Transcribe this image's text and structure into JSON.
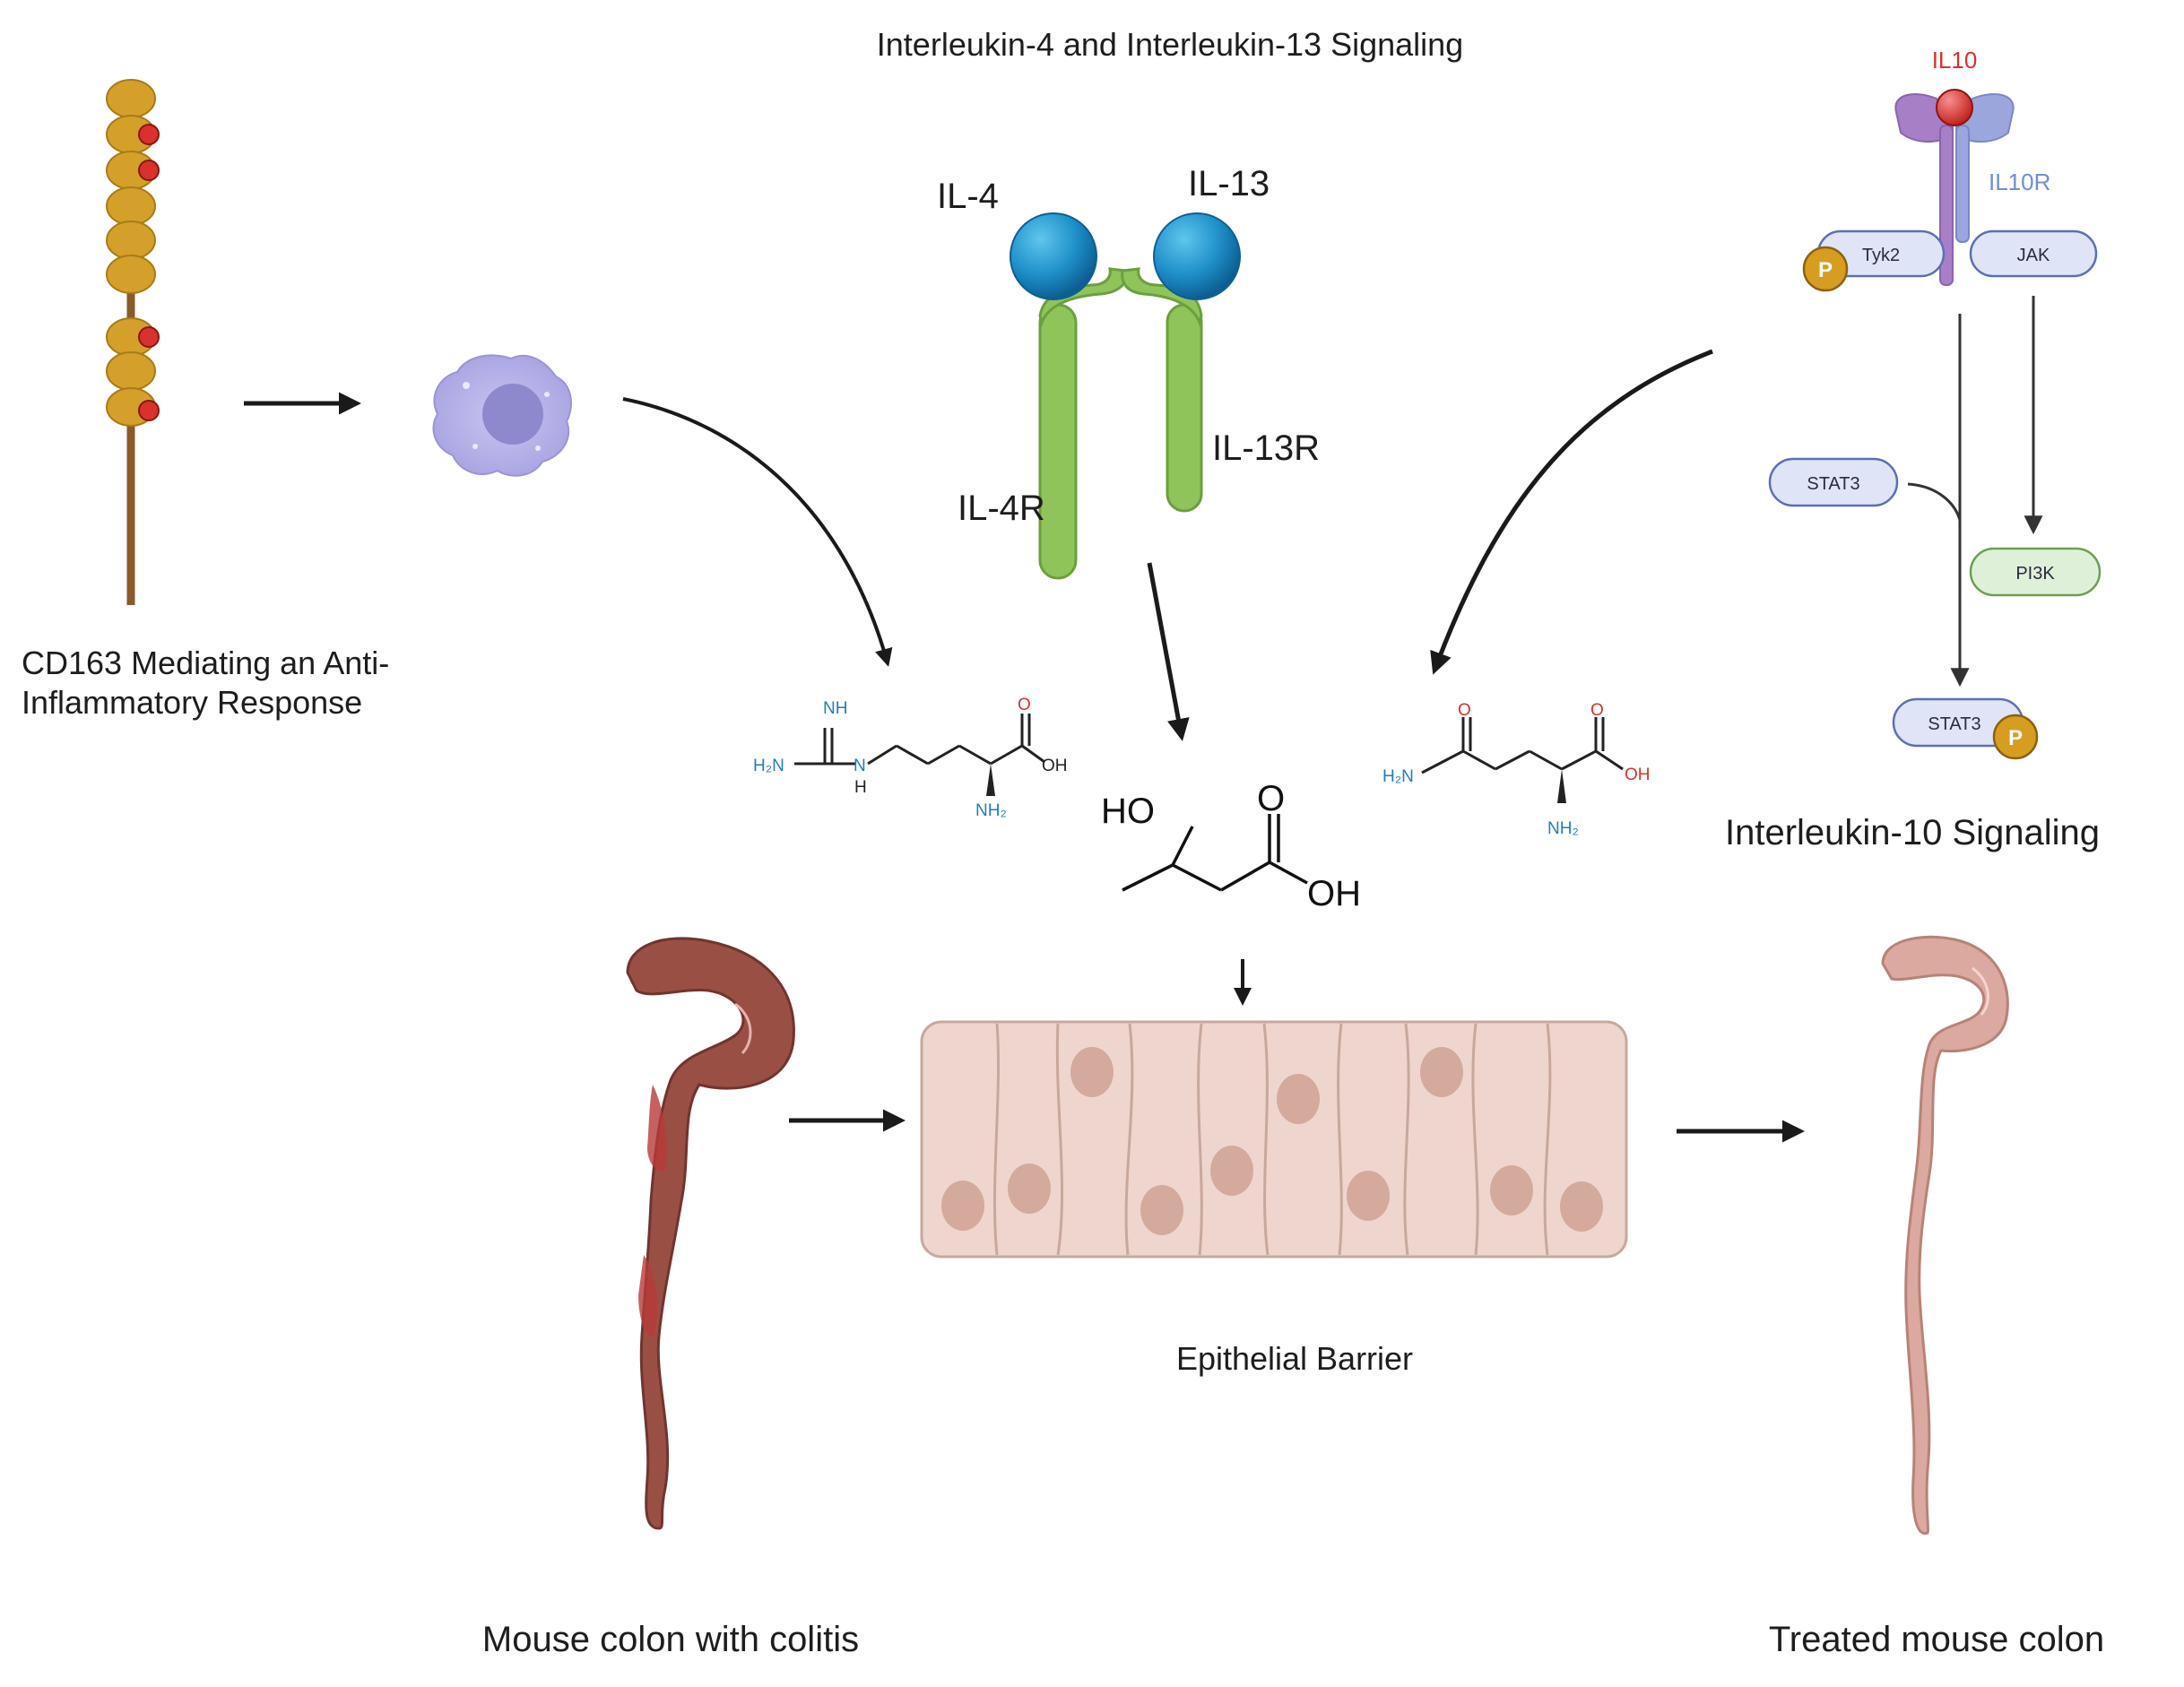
{
  "labels": {
    "il4_il13_title": "Interleukin-4 and Interleukin-13 Signaling",
    "il4": "IL-4",
    "il13": "IL-13",
    "il4r": "IL-4R",
    "il13r": "IL-13R",
    "cd163_line1": "CD163 Mediating an Anti-",
    "cd163_line2": "Inflammatory Response",
    "il10": "IL10",
    "il10r": "IL10R",
    "tyk2": "Tyk2",
    "jak": "JAK",
    "p": "P",
    "stat3": "STAT3",
    "pi3k": "PI3K",
    "il10_title": "Interleukin-10 Signaling",
    "epithelial": "Epithelial Barrier",
    "colitis": "Mouse colon with colitis",
    "treated": "Treated mouse colon"
  },
  "arginine": {
    "nh": "NH",
    "h2n": "H₂N",
    "n": "N",
    "h": "H",
    "o": "O",
    "oh": "OH",
    "nh2": "NH₂"
  },
  "hmb": {
    "ho": "HO",
    "o": "O",
    "oh": "OH"
  },
  "glutamine": {
    "o1": "O",
    "o2": "O",
    "h2n": "H₂N",
    "oh": "OH",
    "nh2": "NH₂"
  },
  "colors": {
    "bead": "#d4a02a",
    "red_dot": "#d9312b",
    "receptor_green": "#8fc45a",
    "ligand_blue": "#1e8fc8",
    "il10_red": "#d9312b",
    "il10r_blue": "#6f8fd6",
    "epithelium": "#eed6ce",
    "nucleus": "#d3aa9c",
    "colon_colitis": "#9a4f45",
    "colon_treated": "#dba9a0",
    "pi3k_fill": "#dff0d8"
  }
}
